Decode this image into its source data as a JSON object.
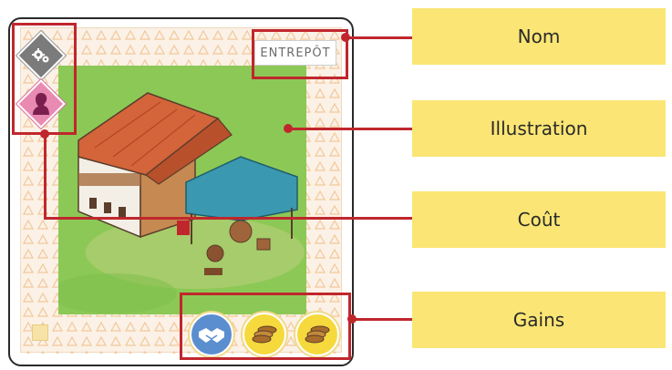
{
  "card": {
    "name": "ENTREPÔT",
    "cost_icon": "gears-icon",
    "role_icon": "person-silhouette-icon",
    "gains": [
      {
        "icon": "handshake-icon",
        "color": "#5b8ecf"
      },
      {
        "icon": "coins-icon",
        "color": "#f6d93c"
      },
      {
        "icon": "coins-icon",
        "color": "#f6d93c"
      }
    ]
  },
  "callouts": {
    "nom": "Nom",
    "illustration": "Illustration",
    "cout": "Coût",
    "gains": "Gains"
  },
  "colors": {
    "callout_fill": "#fbe675",
    "callout_line": "#c0272d",
    "meadow": "#8cc856"
  }
}
